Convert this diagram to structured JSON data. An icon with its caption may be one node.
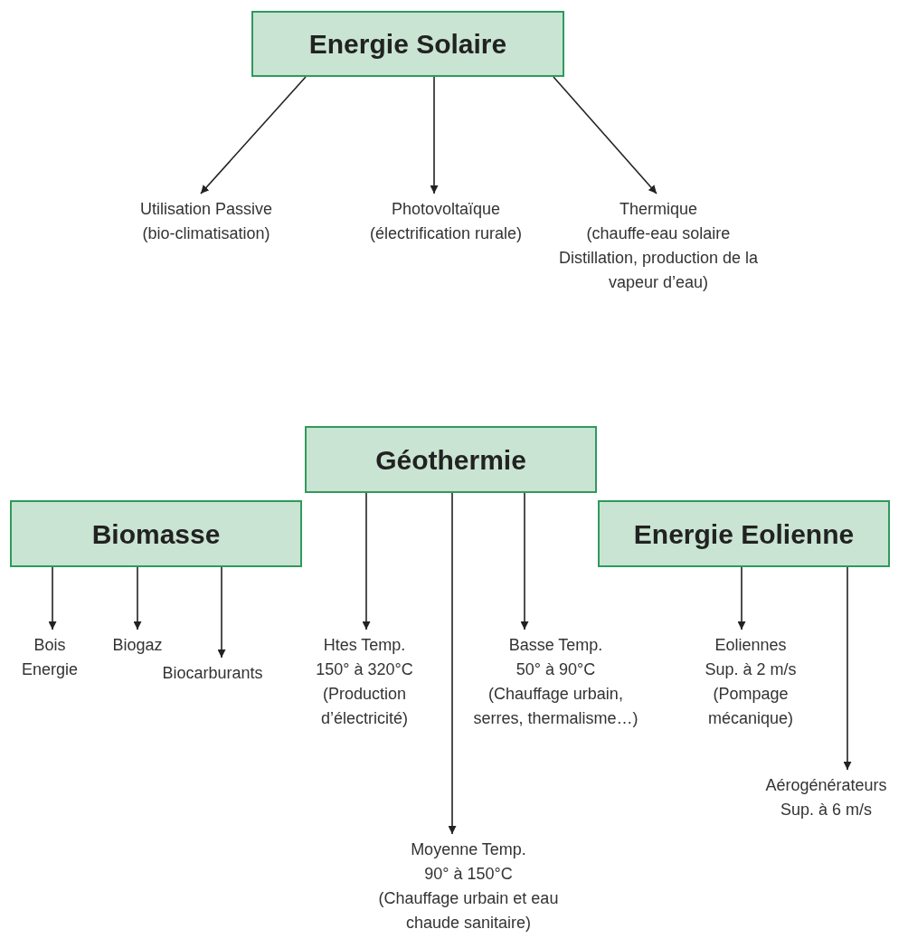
{
  "diagram": {
    "nodes": [
      {
        "text": [
          "Energie Solaire"
        ]
      },
      {
        "text": [
          "Utilisation Passive",
          "(bio-climatisation)"
        ]
      },
      {
        "text": [
          "Photovoltaïque",
          "(électrification rurale)"
        ]
      },
      {
        "text": [
          "Thermique",
          "(chauffe-eau solaire Distillation, production de la vapeur d’eau)"
        ]
      },
      {
        "text": [
          "Géothermie"
        ]
      },
      {
        "text": [
          "Biomasse"
        ]
      },
      {
        "text": [
          "Energie Eolienne"
        ]
      },
      {
        "text": [
          "Bois Energie"
        ]
      },
      {
        "text": [
          "Biogaz"
        ]
      },
      {
        "text": [
          "Biocarburants"
        ]
      },
      {
        "text": [
          "Htes Temp.",
          "150° à 320°C",
          "(Production d’électricité)"
        ]
      },
      {
        "text": [
          "Basse Temp.",
          "50° à 90°C",
          "(Chauffage urbain, serres, thermalisme…)"
        ]
      },
      {
        "text": [
          "Moyenne Temp.",
          "90° à 150°C",
          "(Chauffage urbain et eau chaude sanitaire)"
        ]
      },
      {
        "text": [
          "Eoliennes",
          "Sup. à 2 m/s",
          "(Pompage mécanique)"
        ]
      },
      {
        "text": [
          "Aérogénérateurs",
          "Sup. à 6 m/s"
        ]
      }
    ],
    "edges": [
      {
        "from": 0,
        "to": 1,
        "arrow": "to"
      },
      {
        "from": 0,
        "to": 2,
        "arrow": "to"
      },
      {
        "from": 0,
        "to": 3,
        "arrow": "to"
      },
      {
        "from": 4,
        "to": 10,
        "arrow": "to"
      },
      {
        "from": 4,
        "to": 12,
        "arrow": "to"
      },
      {
        "from": 4,
        "to": 11,
        "arrow": "to"
      },
      {
        "from": 5,
        "to": 7,
        "arrow": "to"
      },
      {
        "from": 5,
        "to": 8,
        "arrow": "to"
      },
      {
        "from": 5,
        "to": 9,
        "arrow": "to"
      },
      {
        "from": 6,
        "to": 13,
        "arrow": "to"
      },
      {
        "from": 6,
        "to": 14,
        "arrow": "to"
      }
    ]
  }
}
